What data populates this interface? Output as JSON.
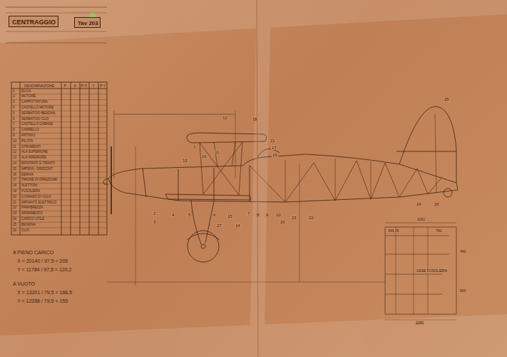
{
  "diagram": {
    "nodes": [
      {
        "text": [
          "CENTRAGGIO"
        ]
      },
      {
        "text": [
          "Tav 203"
        ]
      }
    ],
    "labels": [
      "DENOMINAZIONE",
      "P",
      "X",
      "P·X",
      "Y",
      "P·Y",
      "1",
      "ELICA",
      "2",
      "MOTORE",
      "3",
      "CAPPOTTATURA",
      "4",
      "CASTELLO MOTORE",
      "5",
      "SERBATOIO BENZINA",
      "6",
      "SERBATOIO OLIO",
      "7",
      "CASTELLO CABANE",
      "8",
      "CARRELLO",
      "9",
      "PATTINO",
      "10",
      "PILOTA",
      "11",
      "STRUMENTI",
      "12",
      "ALA SUPERIORE",
      "13",
      "ALA INFERIORE",
      "14",
      "MONTANTI E TIRANTI",
      "15",
      "IMPENN. ORIZZONT.",
      "16",
      "DERIVA",
      "17",
      "TIMONE DI DIREZIONE",
      "18",
      "ALETTONI",
      "19",
      "FUSOLIERA",
      "20",
      "COMANDI DI VOLO",
      "21",
      "IMPIANTO ELETTRICO",
      "22",
      "PARABREZZA",
      "23",
      "ARMAMENTO",
      "24",
      "CARICO UTILE",
      "25",
      "BENZINA",
      "26",
      "OLIO",
      "A PIENO CARICO",
      "X = 20140 / 97,5 = 206",
      "Y = 11784 / 97,5 = 120,2",
      "A VUOTO",
      "X = 13201 / 79,5 = 166,5",
      "Y = 12358 / 79,5 = 155",
      "1",
      "2",
      "3",
      "4",
      "5",
      "6",
      "7",
      "8",
      "9",
      "10",
      "11",
      "12",
      "13",
      "14",
      "15",
      "16",
      "17",
      "18",
      "19",
      "20",
      "21",
      "22",
      "23",
      "24",
      "25",
      "26",
      "27",
      "1061",
      "780",
      "344,05",
      "ASSE FUSOLIERA",
      "1250",
      "440",
      "600"
    ]
  }
}
